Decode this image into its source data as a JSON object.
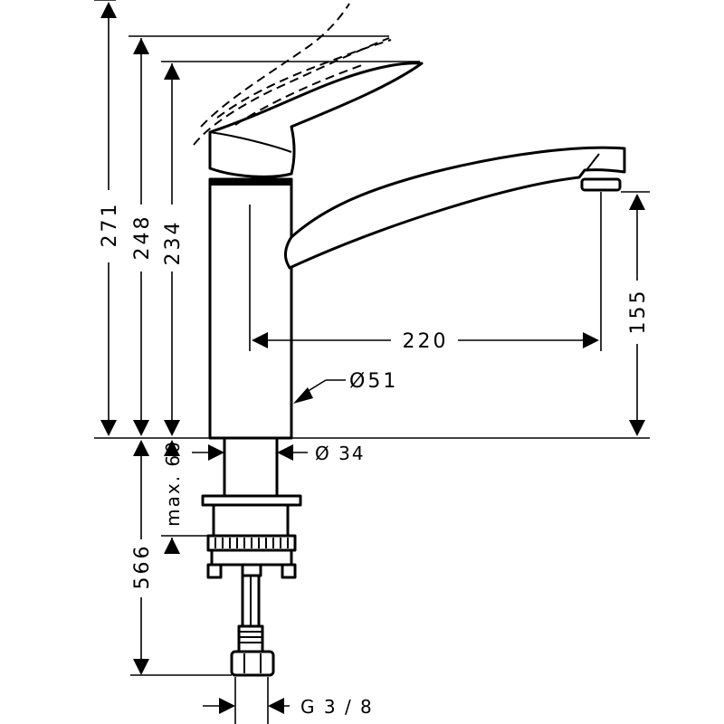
{
  "dimensions": {
    "total_height": "271",
    "height_lever_open": "248",
    "height_lever_closed": "234",
    "spout_reach": "220",
    "spout_clearance": "155",
    "body_diameter": "Ø51",
    "shank_diameter": "Ø 34",
    "max_counter_thickness": "max. 60",
    "hose_length": "566",
    "connection_thread": "G 3 / 8"
  }
}
